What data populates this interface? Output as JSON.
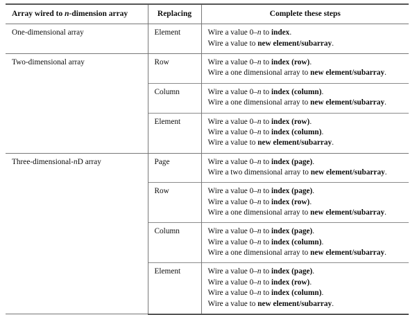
{
  "table": {
    "headers": {
      "dimension": "Array wired to n-dimension array",
      "dimension_pre": "Array wired to ",
      "dimension_italic": "n",
      "dimension_post": "-dimension array",
      "replacing": "Replacing",
      "steps": "Complete these steps"
    },
    "groups": [
      {
        "label": "One-dimensional array",
        "label_pre": "One-dimensional array",
        "label_italic": "",
        "label_post": "",
        "rows": [
          {
            "replacing": "Element",
            "steps": [
              "Wire a value 0–n to index.",
              "Wire a value to new element/subarray."
            ]
          }
        ]
      },
      {
        "label": "Two-dimensional array",
        "label_pre": "Two-dimensional array",
        "label_italic": "",
        "label_post": "",
        "rows": [
          {
            "replacing": "Row",
            "steps": [
              "Wire a value 0–n to index (row).",
              "Wire a one dimensional array to new element/subarray."
            ]
          },
          {
            "replacing": "Column",
            "steps": [
              "Wire a value 0–n to index (column).",
              "Wire a one dimensional array to new element/subarray."
            ]
          },
          {
            "replacing": "Element",
            "steps": [
              "Wire a value 0–n to index (row).",
              "Wire a value 0–n to index (column).",
              "Wire a value to new element/subarray."
            ]
          }
        ]
      },
      {
        "label": "Three-dimensional-nD array",
        "label_pre": "Three-dimensional-",
        "label_italic": "n",
        "label_post": "D array",
        "rows": [
          {
            "replacing": "Page",
            "steps": [
              "Wire a value 0–n to index (page).",
              "Wire a two dimensional array to new element/subarray."
            ]
          },
          {
            "replacing": "Row",
            "steps": [
              "Wire a value 0–n to index (page).",
              "Wire a value 0–n to index (row).",
              "Wire a one dimensional array to new element/subarray."
            ]
          },
          {
            "replacing": "Column",
            "steps": [
              "Wire a value 0–n to index (page).",
              "Wire a value 0–n to index (column).",
              "Wire a one dimensional array to new element/subarray."
            ]
          },
          {
            "replacing": "Element",
            "steps": [
              "Wire a value 0–n to index (page).",
              "Wire a value 0–n to index (row).",
              "Wire a value 0–n to index (column).",
              "Wire a value to new element/subarray."
            ]
          }
        ]
      }
    ],
    "colors": {
      "rule_heavy": "#555555",
      "rule_thin": "#777777",
      "text": "#0d0d0d",
      "background": "#ffffff"
    }
  }
}
